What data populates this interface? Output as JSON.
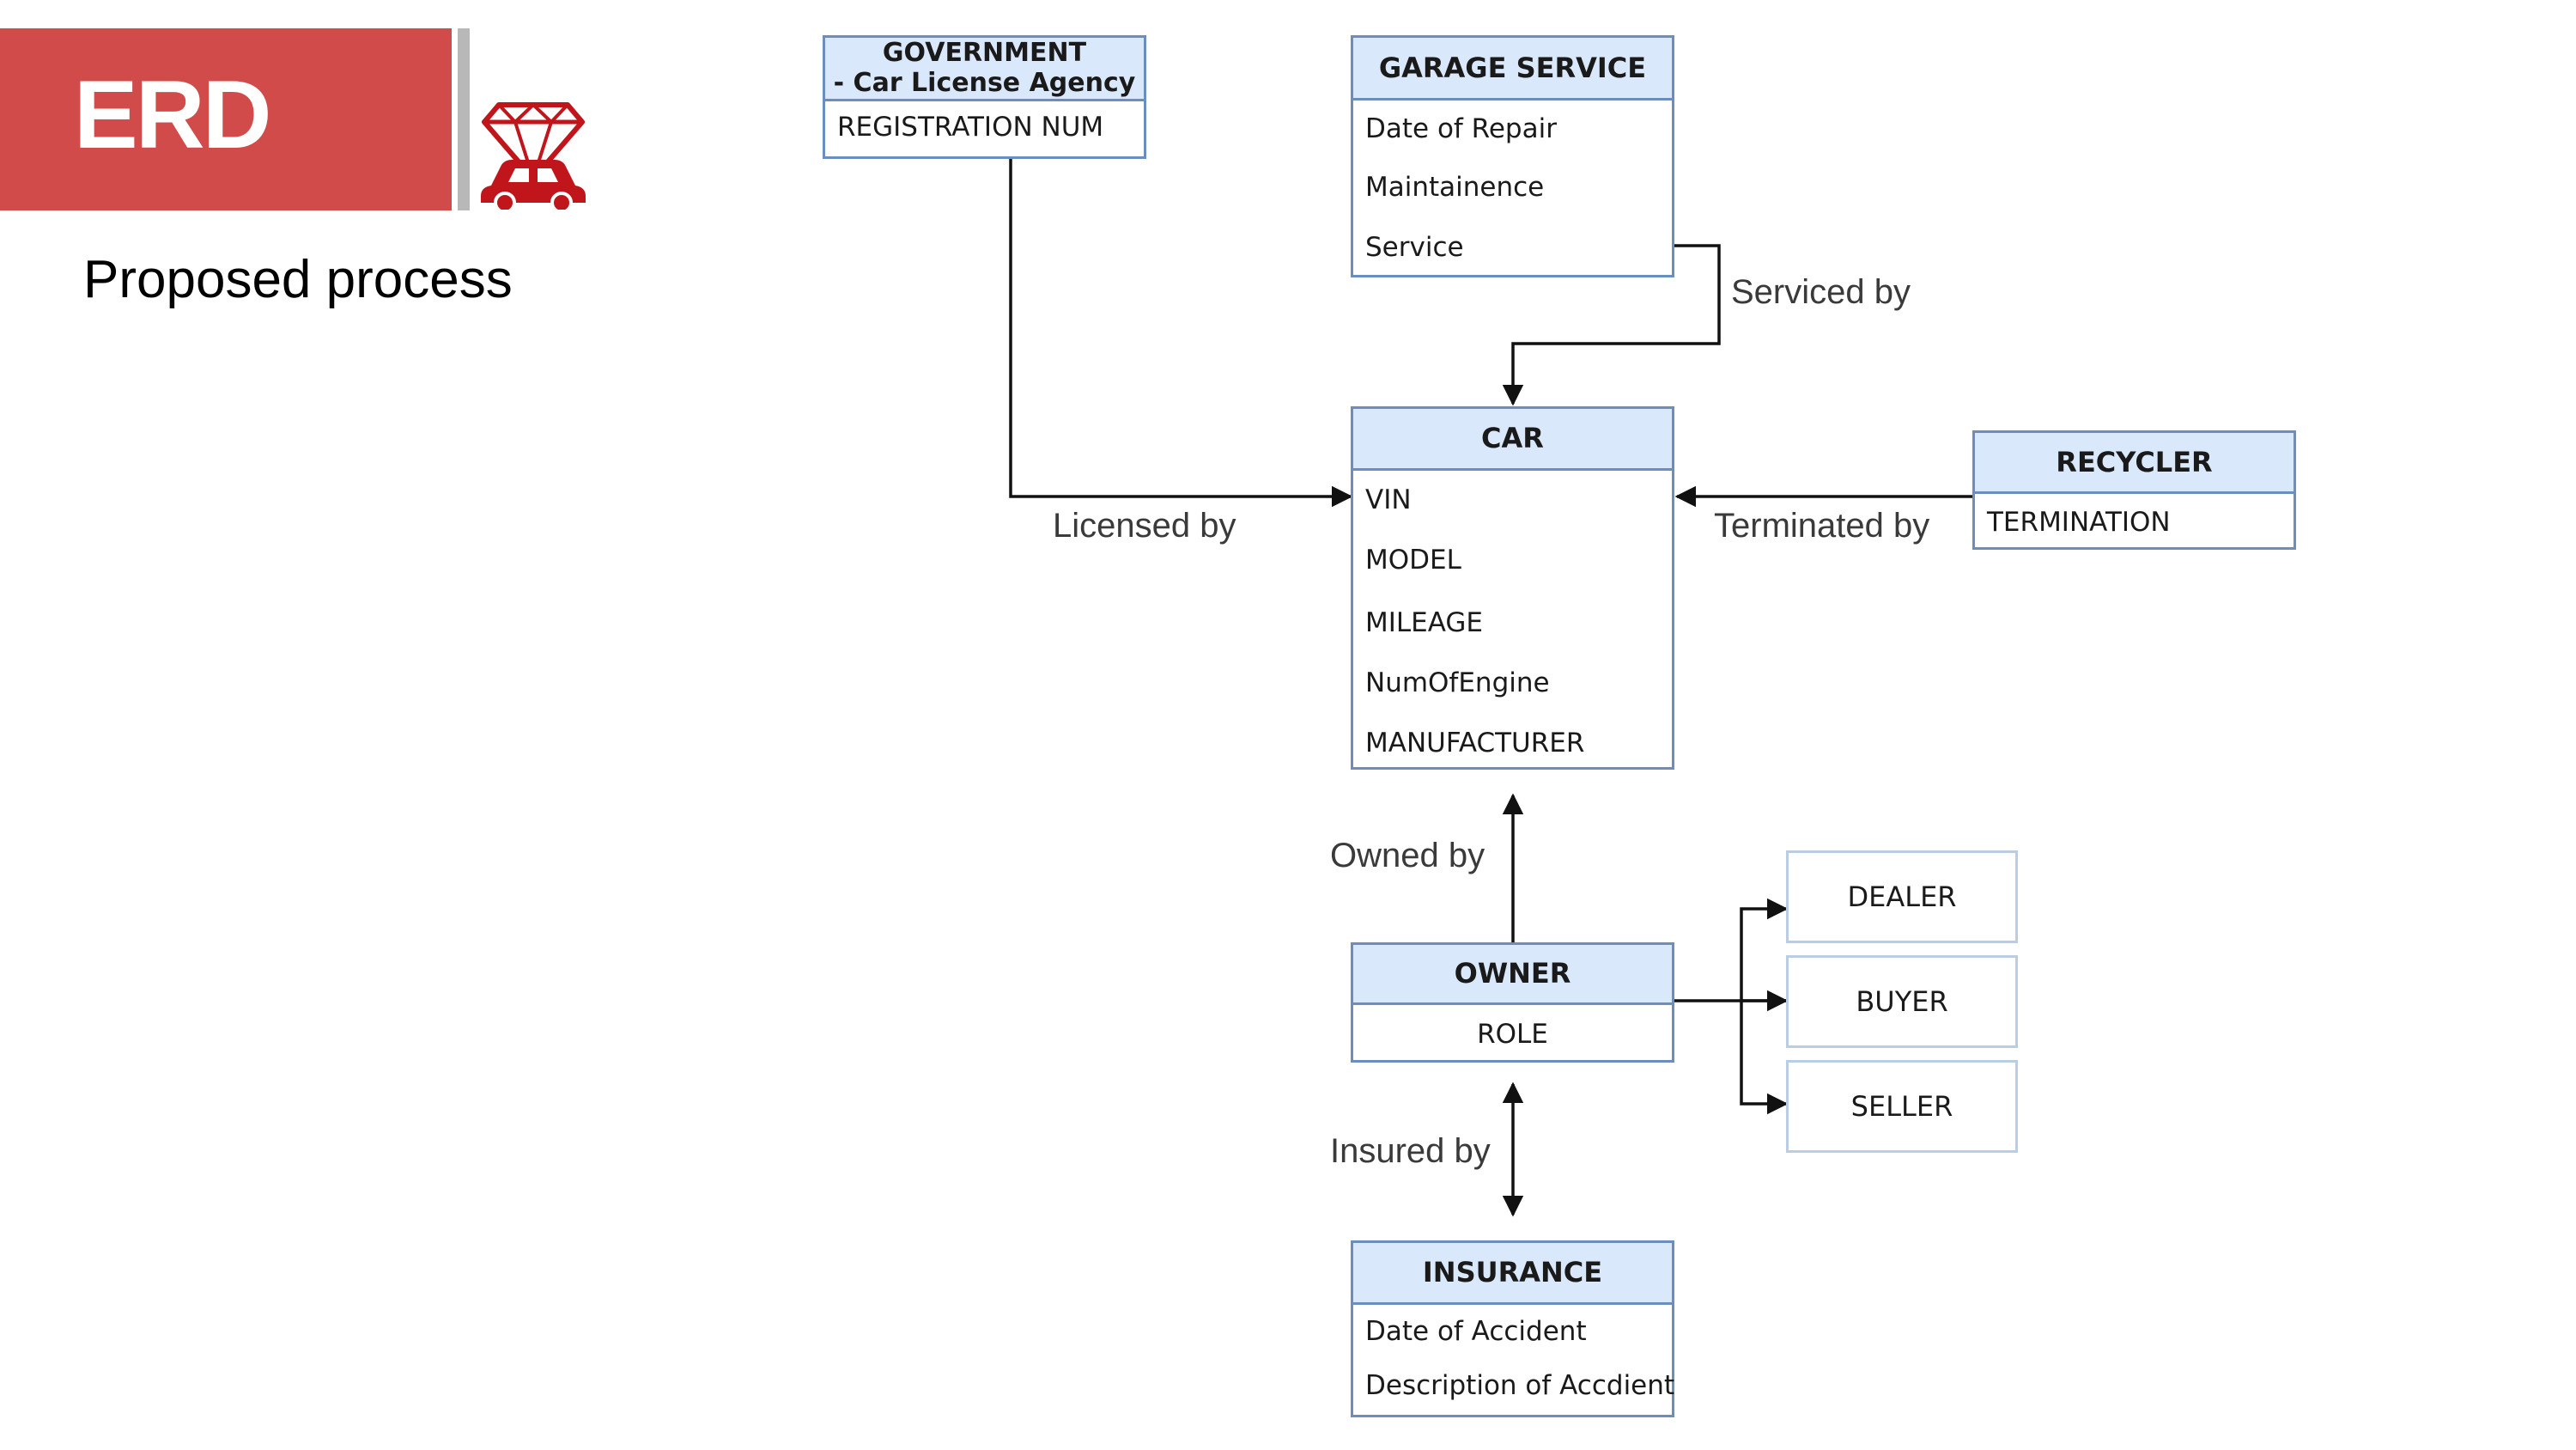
{
  "header": {
    "title": "ERD",
    "subtitle": "Proposed process",
    "logo_icon": "gem-car-icon",
    "accent_color": "#d24b4b"
  },
  "entities": {
    "government": {
      "title_line1": "GOVERNMENT",
      "title_line2": "- Car License Agency",
      "attributes": [
        "REGISTRATION NUM"
      ]
    },
    "garage_service": {
      "title": "GARAGE SERVICE",
      "attributes": [
        "Date of Repair",
        "Maintainence",
        "Service"
      ]
    },
    "car": {
      "title": "CAR",
      "attributes": [
        "VIN",
        "MODEL",
        "MILEAGE",
        "NumOfEngine",
        "MANUFACTURER"
      ]
    },
    "recycler": {
      "title": "RECYCLER",
      "attributes": [
        "TERMINATION"
      ]
    },
    "owner": {
      "title": "OWNER",
      "attributes": [
        "ROLE"
      ]
    },
    "insurance": {
      "title": "INSURANCE",
      "attributes": [
        "Date of Accident",
        "Description of Accdient"
      ]
    }
  },
  "roles": [
    "DEALER",
    "BUYER",
    "SELLER"
  ],
  "relationships": {
    "serviced_by": "Serviced by",
    "licensed_by": "Licensed by",
    "terminated_by": "Terminated by",
    "owned_by": "Owned by",
    "insured_by": "Insured by"
  },
  "colors": {
    "entity_header_fill": "#dae8fc",
    "entity_border": "#6c8ebf",
    "role_border": "#b9cde5"
  }
}
